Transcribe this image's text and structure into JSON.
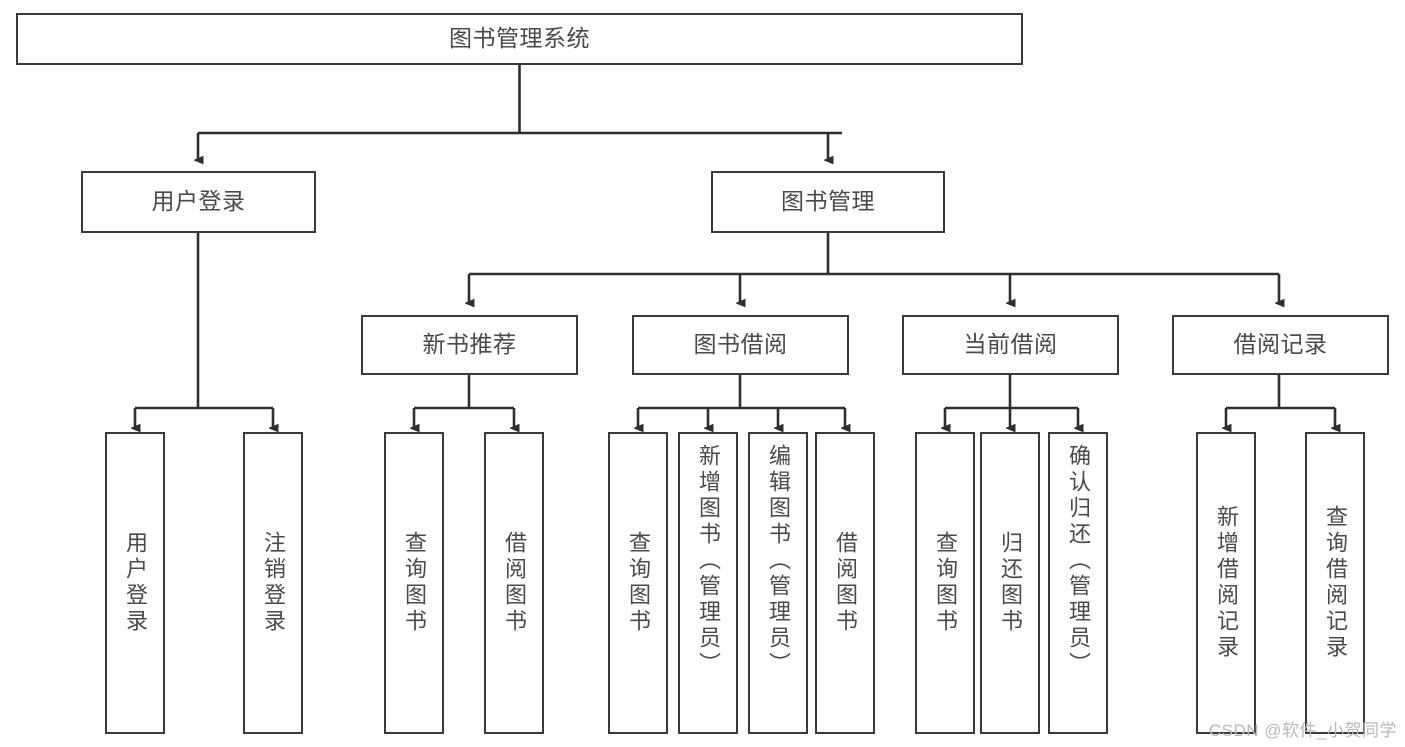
{
  "diagram": {
    "title": "图书管理系统",
    "type": "hierarchy-tree",
    "line_color": "#3a3a3a",
    "text_color": "#4a4a4a",
    "background": "#ffffff"
  },
  "nodes": {
    "root": {
      "label": "图书管理系统"
    },
    "level2": [
      {
        "id": "user-login",
        "label": "用户登录"
      },
      {
        "id": "book-management",
        "label": "图书管理"
      }
    ],
    "level3": [
      {
        "id": "new-book-recommend",
        "label": "新书推荐"
      },
      {
        "id": "book-borrow",
        "label": "图书借阅"
      },
      {
        "id": "current-borrow",
        "label": "当前借阅"
      },
      {
        "id": "borrow-record",
        "label": "借阅记录"
      }
    ],
    "leaves": {
      "user_login": [
        {
          "id": "leaf-user-login",
          "label": "用户登录"
        },
        {
          "id": "leaf-logout-login",
          "label": "注销登录"
        }
      ],
      "new_book_recommend": [
        {
          "id": "leaf-query-book-1",
          "label": "查询图书"
        },
        {
          "id": "leaf-borrow-book-1",
          "label": "借阅图书"
        }
      ],
      "book_borrow": [
        {
          "id": "leaf-query-book-2",
          "label": "查询图书"
        },
        {
          "id": "leaf-add-book",
          "label": "新增图书（管理员）"
        },
        {
          "id": "leaf-edit-book",
          "label": "编辑图书（管理员）"
        },
        {
          "id": "leaf-borrow-book-2",
          "label": "借阅图书"
        }
      ],
      "current_borrow": [
        {
          "id": "leaf-query-book-3",
          "label": "查询图书"
        },
        {
          "id": "leaf-return-book",
          "label": "归还图书"
        },
        {
          "id": "leaf-confirm-return",
          "label": "确认归还（管理员）"
        }
      ],
      "borrow_record": [
        {
          "id": "leaf-add-record",
          "label": "新增借阅记录"
        },
        {
          "id": "leaf-query-record",
          "label": "查询借阅记录"
        }
      ]
    }
  },
  "watermark": {
    "text": "CSDN @软件_小贺同学"
  }
}
